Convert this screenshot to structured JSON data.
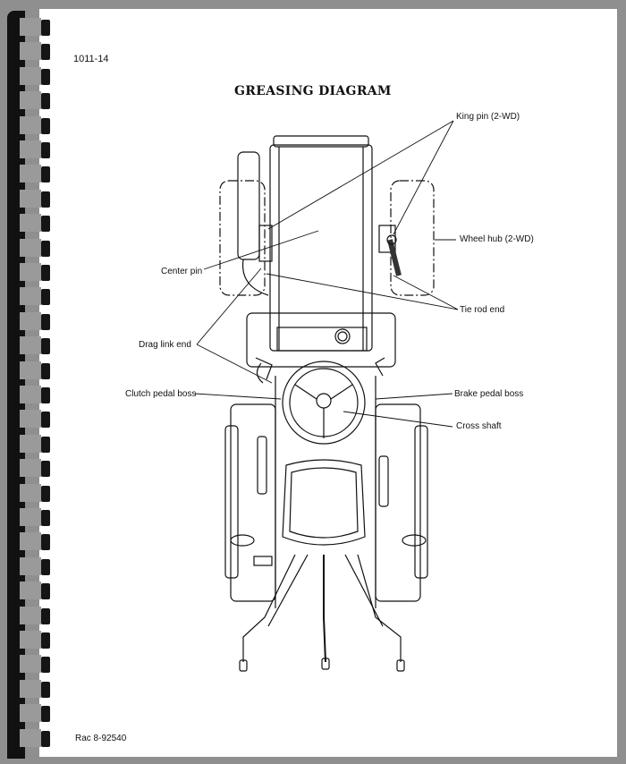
{
  "page": {
    "page_number": "1011-14",
    "title": "GREASING DIAGRAM",
    "footer": "Rac 8-92540"
  },
  "labels": {
    "king_pin": "King pin (2-WD)",
    "wheel_hub": "Wheel hub (2-WD)",
    "center_pin": "Center pin",
    "tie_rod_end": "Tie rod end",
    "drag_link_end": "Drag link end",
    "clutch_pedal_boss": "Clutch pedal boss",
    "brake_pedal_boss": "Brake pedal boss",
    "cross_shaft": "Cross shaft"
  }
}
